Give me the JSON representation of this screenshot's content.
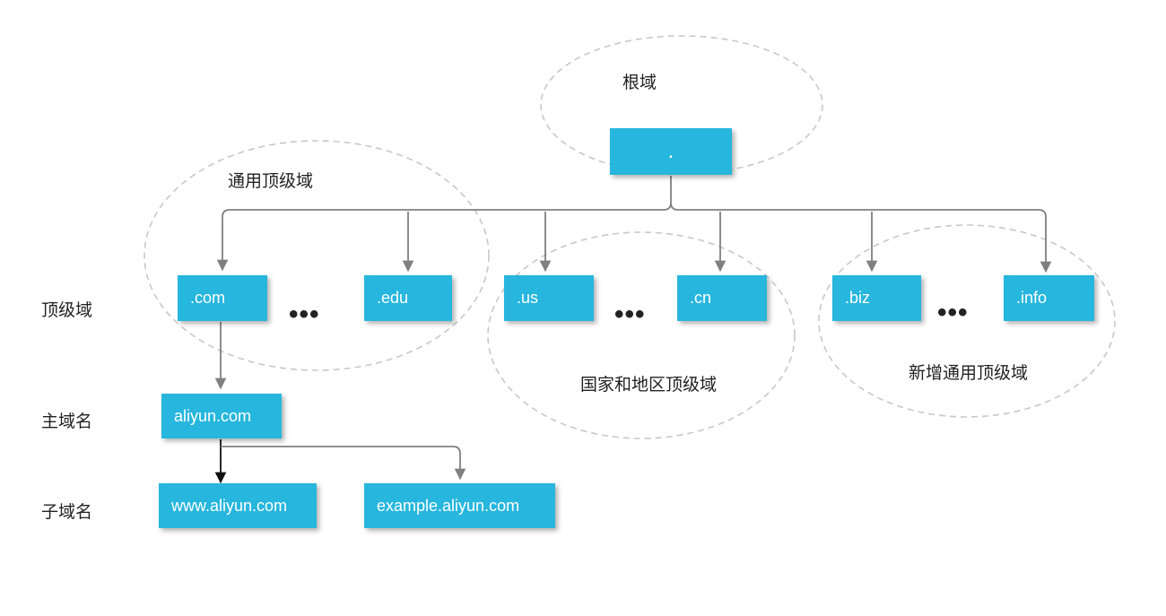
{
  "root": {
    "label": "根域",
    "node": "."
  },
  "zones": {
    "generic_tld": "通用顶级域",
    "country_tld": "国家和地区顶级域",
    "new_generic_tld": "新增通用顶级域"
  },
  "levels": {
    "top_level": "顶级域",
    "primary_domain": "主域名",
    "subdomain": "子域名"
  },
  "tld_nodes": {
    "com": ".com",
    "edu": ".edu",
    "us": ".us",
    "cn": ".cn",
    "biz": ".biz",
    "info": ".info"
  },
  "ellipsis": "•••",
  "primary_domain": "aliyun.com",
  "subdomains": {
    "www": "www.aliyun.com",
    "example": "example.aliyun.com"
  },
  "colors": {
    "node_fill": "#27b6dd",
    "node_text": "#ffffff",
    "connector": "#808080",
    "zone_border": "#c8c8c8"
  }
}
